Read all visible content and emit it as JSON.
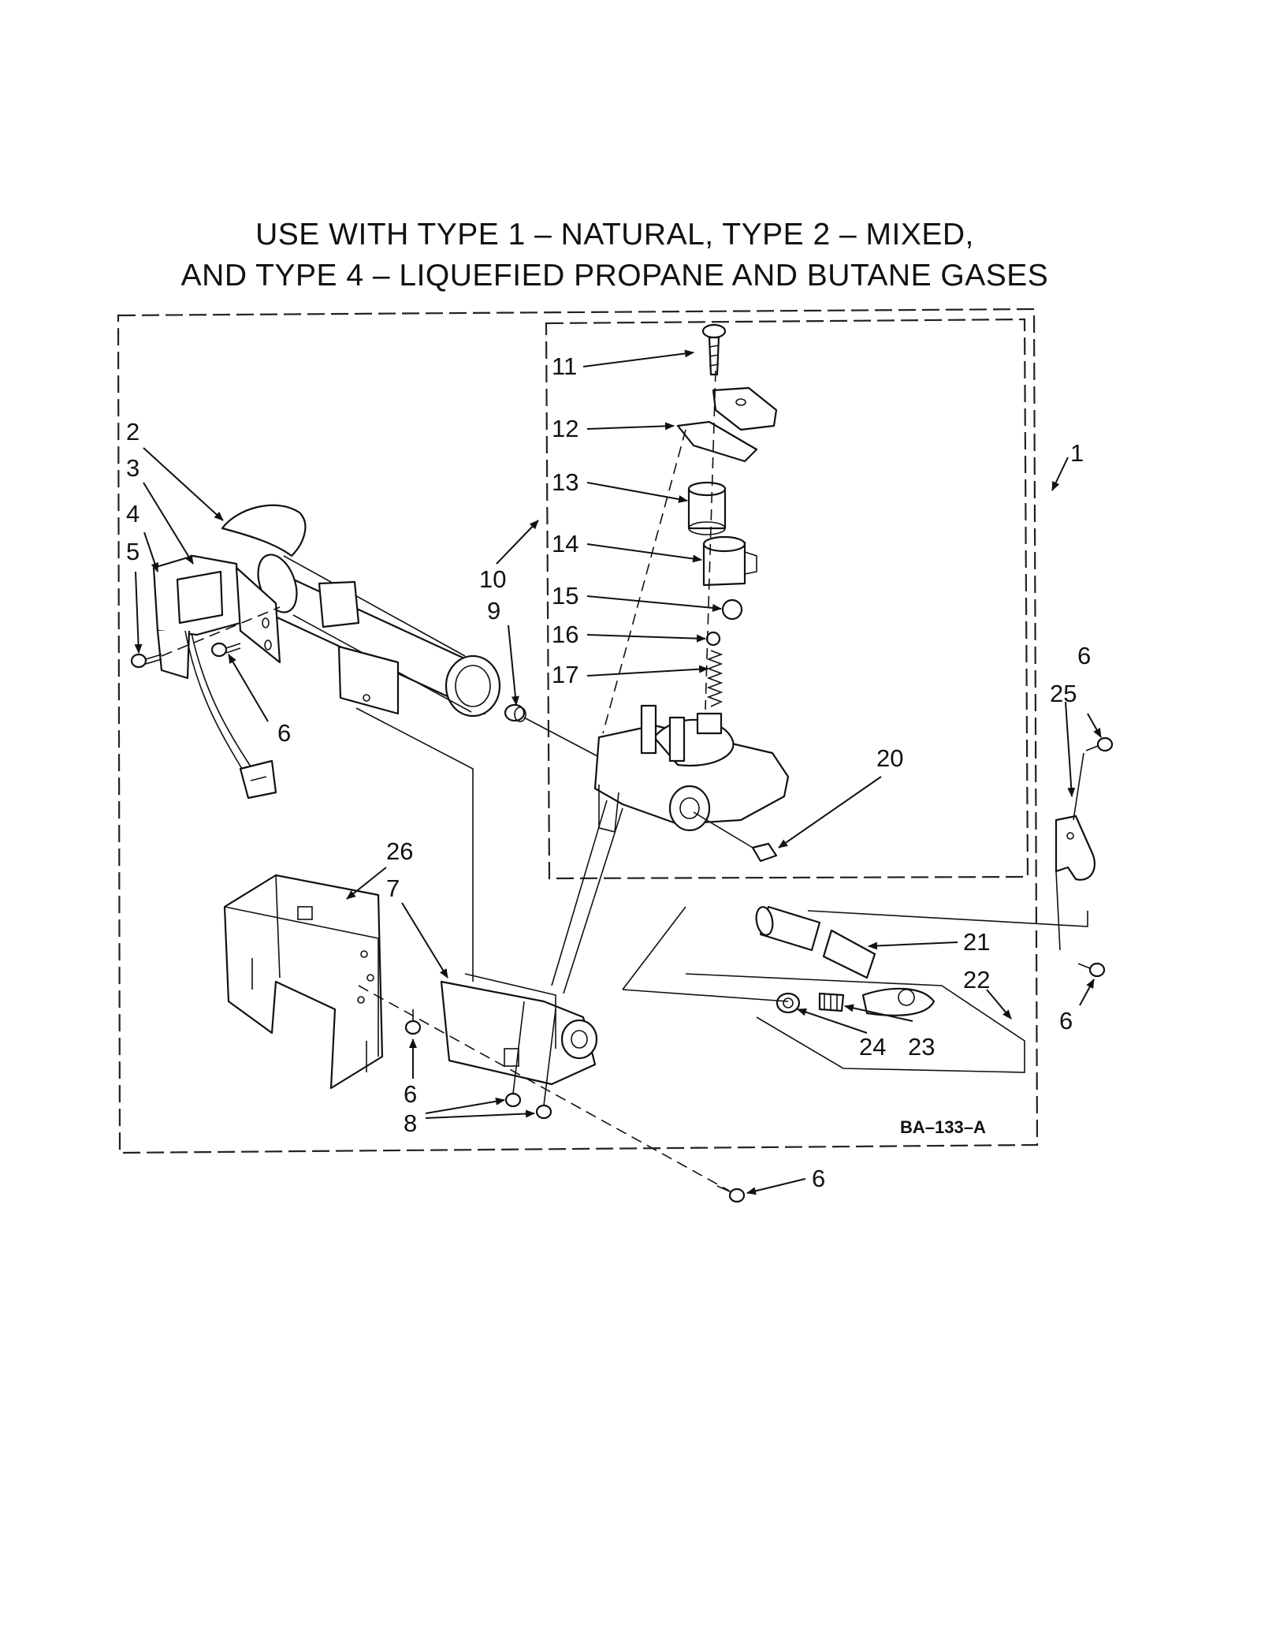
{
  "title": {
    "line1": "USE WITH TYPE 1 – NATURAL, TYPE 2 – MIXED,",
    "line2": "AND TYPE 4 – LIQUEFIED PROPANE AND BUTANE GASES"
  },
  "diagram_code": "BA–133–A",
  "callouts": {
    "c1": "1",
    "c2": "2",
    "c3": "3",
    "c4": "4",
    "c5": "5",
    "c6a": "6",
    "c6b": "6",
    "c6c": "6",
    "c6d": "6",
    "c6e": "6",
    "c7": "7",
    "c8": "8",
    "c9": "9",
    "c10": "10",
    "c11": "11",
    "c12": "12",
    "c13": "13",
    "c14": "14",
    "c15": "15",
    "c16": "16",
    "c17": "17",
    "c20": "20",
    "c21": "21",
    "c22": "22",
    "c23": "23",
    "c24": "24",
    "c25": "25",
    "c26": "26"
  },
  "colors": {
    "ink": "#111111",
    "paper": "#ffffff"
  }
}
